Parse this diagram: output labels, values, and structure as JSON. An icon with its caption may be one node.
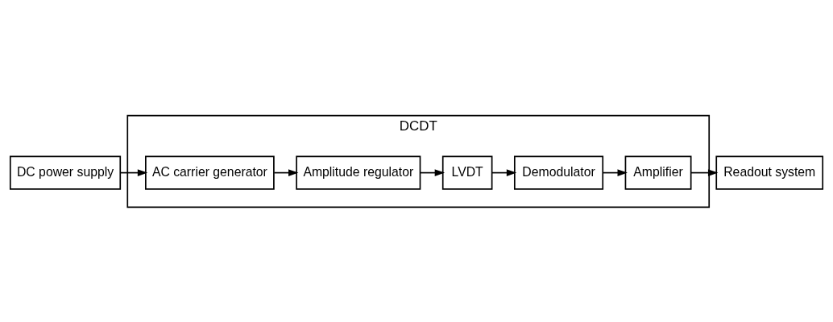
{
  "diagram": {
    "nodes": [
      {
        "text": [
          "DCDT"
        ]
      },
      {
        "text": [
          "DC power supply"
        ]
      },
      {
        "text": [
          "AC carrier generator"
        ],
        "in": 0
      },
      {
        "text": [
          "Amplitude regulator"
        ],
        "in": 0
      },
      {
        "text": [
          "LVDT"
        ],
        "in": 0
      },
      {
        "text": [
          "Demodulator"
        ],
        "in": 0
      },
      {
        "text": [
          "Amplifier"
        ],
        "in": 0
      },
      {
        "text": [
          "Readout system"
        ]
      }
    ],
    "edges": [
      {
        "from": 1,
        "to": 2,
        "arrow": "to"
      },
      {
        "from": 2,
        "to": 3,
        "arrow": "to"
      },
      {
        "from": 3,
        "to": 4,
        "arrow": "to"
      },
      {
        "from": 4,
        "to": 5,
        "arrow": "to"
      },
      {
        "from": 5,
        "to": 6,
        "arrow": "to"
      },
      {
        "from": 6,
        "to": 7,
        "arrow": "to"
      }
    ]
  }
}
